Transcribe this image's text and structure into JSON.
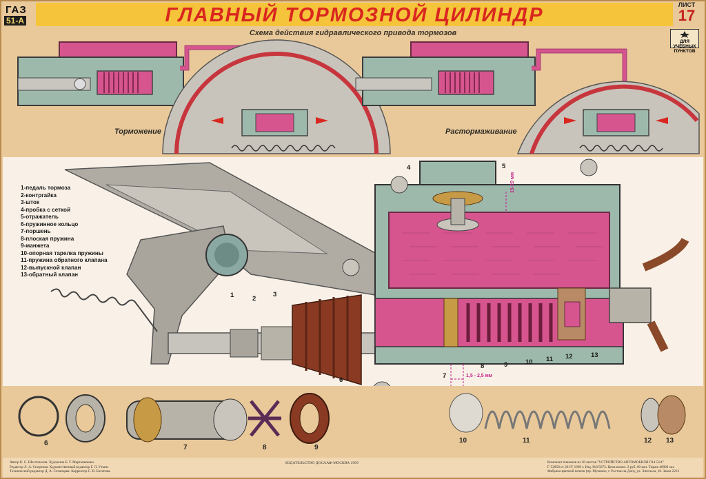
{
  "header": {
    "logo_line1": "ГАЗ",
    "logo_line2": "51-А",
    "title": "ГЛАВНЫЙ ТОРМОЗНОЙ ЦИЛИНДР",
    "sheet_label": "ЛИСТ",
    "sheet_number": "17"
  },
  "subtitle": "Схема действия гидравлического привода тормозов",
  "badge_text": "ДЛЯ УЧЕБНЫХ ПУНКТОВ",
  "top_captions": {
    "braking": "Торможение",
    "releasing": "Растормаживание"
  },
  "legend": [
    "1-педаль тормоза",
    "2-контргайка",
    "3-шток",
    "4-пробка с сеткой",
    "5-отражатель",
    "6-пружинное кольцо",
    "7-поршень",
    "8-плоская пружина",
    "9-манжета",
    "10-опорная тарелка пружины",
    "11-пружина обратного клапана",
    "12-выпускной клапан",
    "13-обратный клапан"
  ],
  "callouts": [
    "1",
    "2",
    "3",
    "4",
    "5",
    "6",
    "7",
    "8",
    "9",
    "10",
    "11",
    "12",
    "13"
  ],
  "dimensions": {
    "gap_top": "15-20 мм",
    "gap_bottom": "1,5 - 2,5 мм"
  },
  "bottom_parts": [
    "6",
    "7",
    "8",
    "9",
    "10",
    "11",
    "12",
    "13"
  ],
  "footer": {
    "left_line1": "Автор К. С. Шестопалов. Художник Б. Г. Мартынюшко.",
    "left_line2": "Редактор Л. А. Спорчная. Художественный редактор Г. Л. Уткин.",
    "left_line3": "Технический редактор Д. А. Сотанцева. Корректор С. В. Бигатова.",
    "center": "ИЗДАТЕЛЬСТВО ДОСААФ·МОСКВА 1969",
    "right_line1": "Комплект плакатов из 28 листов \"УСТРОЙСТВО АВТОМОБИЛЯ ГАЗ-51А\"",
    "right_line2": "Г-52858 от 26-IV 1969 г. Изд. №6/5073. Цена компл. 2 руб. 60 коп. Тираж 40000 экз.",
    "right_line3": "Фабрика цветной печати (пр. Мукомол, г. Ростов-на-Дону, ул. Энгельса, 18. Заказ 2213"
  },
  "colors": {
    "background": "#e9c99a",
    "title_band": "#f5c43a",
    "title_text": "#d9261f",
    "fluid": "#d6558f",
    "metal": "#9db9ac",
    "steel": "#b8b3a8"
  }
}
